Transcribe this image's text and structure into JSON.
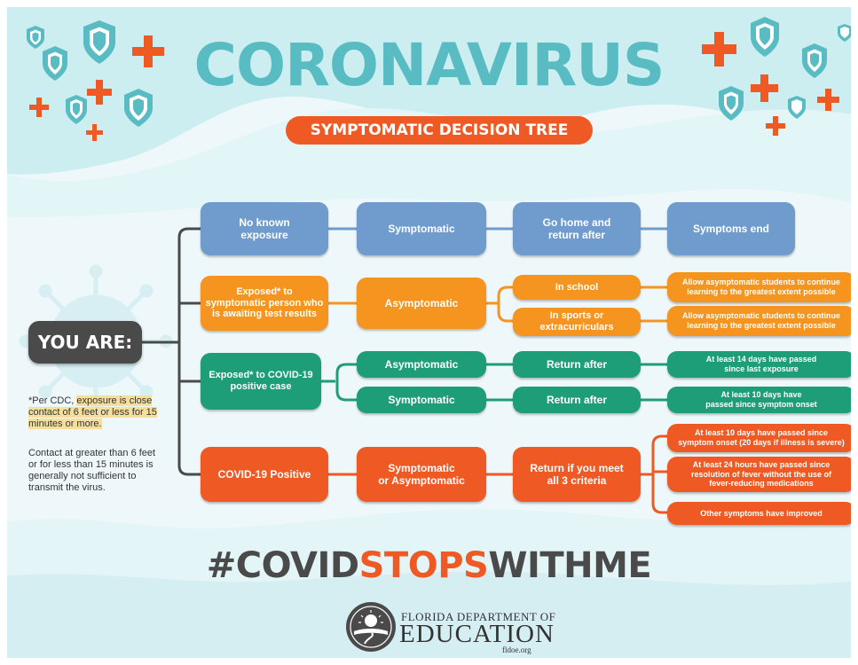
{
  "header": {
    "title": "CORONAVIRUS",
    "subtitle": "SYMPTOMATIC DECISION TREE"
  },
  "colors": {
    "teal": "#59bcc3",
    "blue": "#6f9ccc",
    "orange": "#f5941f",
    "green": "#1e9e78",
    "red": "#ef5a24",
    "dark": "#4a4a4a"
  },
  "root": {
    "label": "YOU ARE:"
  },
  "branches": {
    "no_exposure": {
      "label": "No known\nexposure",
      "status": "Symptomatic",
      "action": "Go home and\nreturn after",
      "outcome": "Symptoms end"
    },
    "awaiting": {
      "label": "Exposed* to\nsymptomatic person who\nis awaiting test results",
      "status": "Asymptomatic",
      "case_school": "In school",
      "case_sports": "In sports or\nextracurriculars",
      "outcome_school": "Allow asymptomatic students to continue\nlearning to the greatest extent possible",
      "outcome_sports": "Allow asymptomatic students to continue\nlearning to the greatest extent possible"
    },
    "positive_case": {
      "label": "Exposed* to COVID-19\npositive case",
      "status_a": "Asymptomatic",
      "status_b": "Symptomatic",
      "action_a": "Return after",
      "action_b": "Return after",
      "outcome_a": "At least 14 days have passed\nsince last exposure",
      "outcome_b": "At least 10 days have\npassed since symptom onset"
    },
    "covid_positive": {
      "label": "COVID-19 Positive",
      "status": "Symptomatic\nor Asymptomatic",
      "action": "Return if you meet\nall 3 criteria",
      "criteria_1": "At least 10 days have passed since\nsymptom onset (20 days if illness is severe)",
      "criteria_2": "At least 24 hours have passed since\nresolution of fever without the use of\nfever-reducing medications",
      "criteria_3": "Other symptoms have improved"
    }
  },
  "notes": {
    "exposure_prefix": "*Per CDC, ",
    "exposure_highlight": "exposure is close contact of 6 feet or less for 15 minutes or more.",
    "contact": "Contact at greater than 6 feet or for less than 15 minutes is generally not sufficient to transmit the virus."
  },
  "hashtag": {
    "p1": "#COVID",
    "p2": "STOPS",
    "p3": "WITHME"
  },
  "logo": {
    "line1": "FLORIDA DEPARTMENT OF",
    "line2": "EDUCATION",
    "url": "fldoe.org"
  }
}
